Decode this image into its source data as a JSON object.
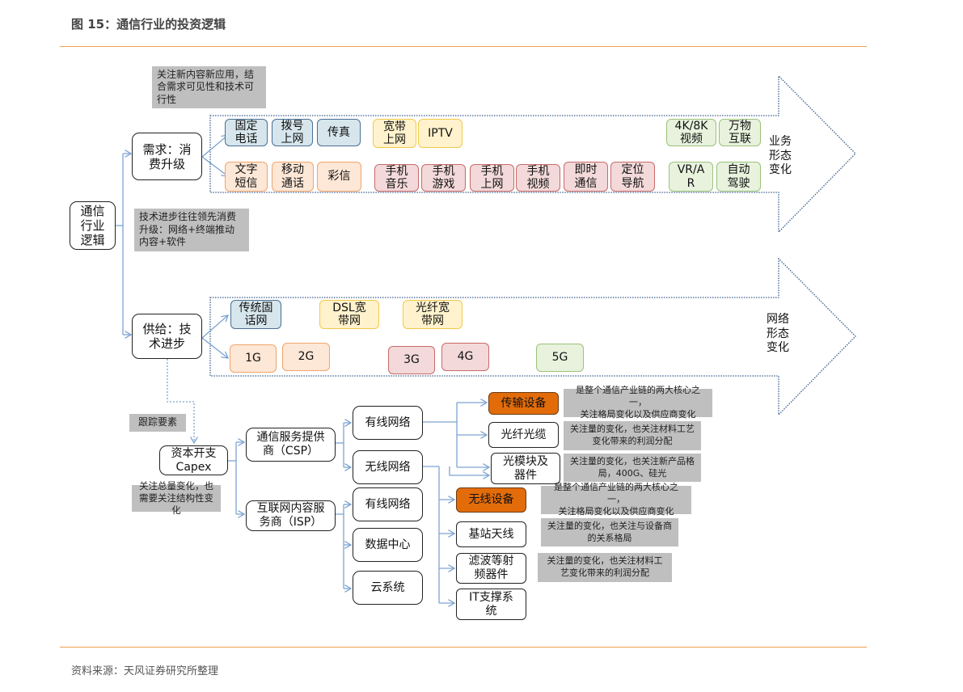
{
  "header": {
    "title": "图 15：通信行业的投资逻辑"
  },
  "footer": {
    "source": "资料来源：天风证券研究所整理"
  },
  "root": {
    "label": "通信\n行业\n逻辑"
  },
  "demand": {
    "label": "需求：消\n费升级",
    "note": "关注新内容新应用，结合需求可见性和技术可行性",
    "arrow_label": "业务\n形态\n变化",
    "row1": [
      {
        "label": "固定\n电话",
        "color": "blue"
      },
      {
        "label": "拨号\n上网",
        "color": "blue"
      },
      {
        "label": "传真",
        "color": "blue"
      },
      {
        "label": "宽带\n上网",
        "color": "yellow"
      },
      {
        "label": "IPTV",
        "color": "yellow"
      },
      {
        "label": "4K/8K\n视频",
        "color": "green"
      },
      {
        "label": "万物\n互联",
        "color": "green"
      }
    ],
    "row2": [
      {
        "label": "文字\n短信",
        "color": "orange"
      },
      {
        "label": "移动\n通话",
        "color": "orange"
      },
      {
        "label": "彩信",
        "color": "orange"
      },
      {
        "label": "手机\n音乐",
        "color": "red"
      },
      {
        "label": "手机\n游戏",
        "color": "red"
      },
      {
        "label": "手机\n上网",
        "color": "red"
      },
      {
        "label": "手机\n视频",
        "color": "red"
      },
      {
        "label": "即时\n通信",
        "color": "red"
      },
      {
        "label": "定位\n导航",
        "color": "red"
      },
      {
        "label": "VR/A\nR",
        "color": "green"
      },
      {
        "label": "自动\n驾驶",
        "color": "green"
      }
    ]
  },
  "middle_note": "技术进步往往领先消费升级：网络+终端推动内容+软件",
  "supply": {
    "label": "供给：技\n术进步",
    "arrow_label": "网络\n形态\n变化",
    "row1": [
      {
        "label": "传统固\n话网",
        "color": "blue"
      },
      {
        "label": "DSL宽\n带网",
        "color": "yellow"
      },
      {
        "label": "光纤宽\n带网",
        "color": "yellow"
      }
    ],
    "row2": [
      {
        "label": "1G",
        "color": "orange"
      },
      {
        "label": "2G",
        "color": "orange"
      },
      {
        "label": "3G",
        "color": "red"
      },
      {
        "label": "4G",
        "color": "red"
      },
      {
        "label": "5G",
        "color": "green"
      }
    ]
  },
  "capex": {
    "track_note": "跟踪要素",
    "label": "资本开支\nCapex",
    "note": "关注总量变化，也需要关注结构性变化",
    "csp": {
      "label": "通信服务提供\n商（CSP）",
      "wired": "有线网络",
      "wireless": "无线网络"
    },
    "isp": {
      "label": "互联网内容服\n务商（ISP）",
      "wired": "有线网络",
      "datacenter": "数据中心",
      "cloud": "云系统"
    },
    "wired_items": [
      {
        "label": "传输设备",
        "highlight": true,
        "note": "是整个通信产业链的两大核心之一，\n关注格局变化以及供应商变化"
      },
      {
        "label": "光纤光缆",
        "highlight": false,
        "note": "关注量的变化，也关注材料工艺\n变化带来的利润分配"
      },
      {
        "label": "光模块及\n器件",
        "highlight": false,
        "note": "关注量的变化，也关注新产品格\n局，400G、硅光"
      }
    ],
    "wireless_items": [
      {
        "label": "无线设备",
        "highlight": true,
        "note": "是整个通信产业链的两大核心之一，\n关注格局变化以及供应商变化"
      },
      {
        "label": "基站天线",
        "highlight": false,
        "note": "关注量的变化，也关注与设备商\n的关系格局"
      },
      {
        "label": "滤波等射\n频器件",
        "highlight": false,
        "note": "关注量的变化，也关注材料工\n艺变化带来的利润分配"
      },
      {
        "label": "IT支撑系\n统",
        "highlight": false,
        "note": ""
      }
    ]
  },
  "colors": {
    "accent_rule": "#f0a04c",
    "highlight": "#e36c0a",
    "note_bg": "#bfbfbf",
    "connector": "#7da3d1",
    "arrow_outline": "#3b5e8c"
  }
}
